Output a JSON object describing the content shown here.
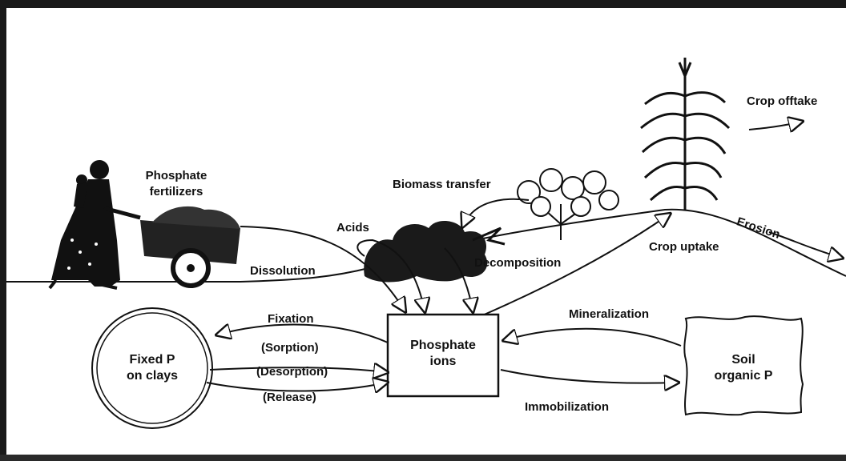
{
  "labels": {
    "phosphate_fertilizers_1": "Phosphate",
    "phosphate_fertilizers_2": "fertilizers",
    "biomass_transfer": "Biomass transfer",
    "acids": "Acids",
    "dissolution": "Dissolution",
    "decomposition": "Decomposition",
    "crop_offtake": "Crop offtake",
    "erosion": "Erosion",
    "crop_uptake": "Crop uptake",
    "mineralization": "Mineralization",
    "fixation": "Fixation",
    "sorption": "(Sorption)",
    "desorption": "(Desorption)",
    "release": "(Release)",
    "immobilization": "Immobilization",
    "phosphate_ions_1": "Phosphate",
    "phosphate_ions_2": "ions",
    "fixed_p_1": "Fixed P",
    "fixed_p_2": "on clays",
    "soil_organic_p_1": "Soil",
    "soil_organic_p_2": "organic P"
  }
}
